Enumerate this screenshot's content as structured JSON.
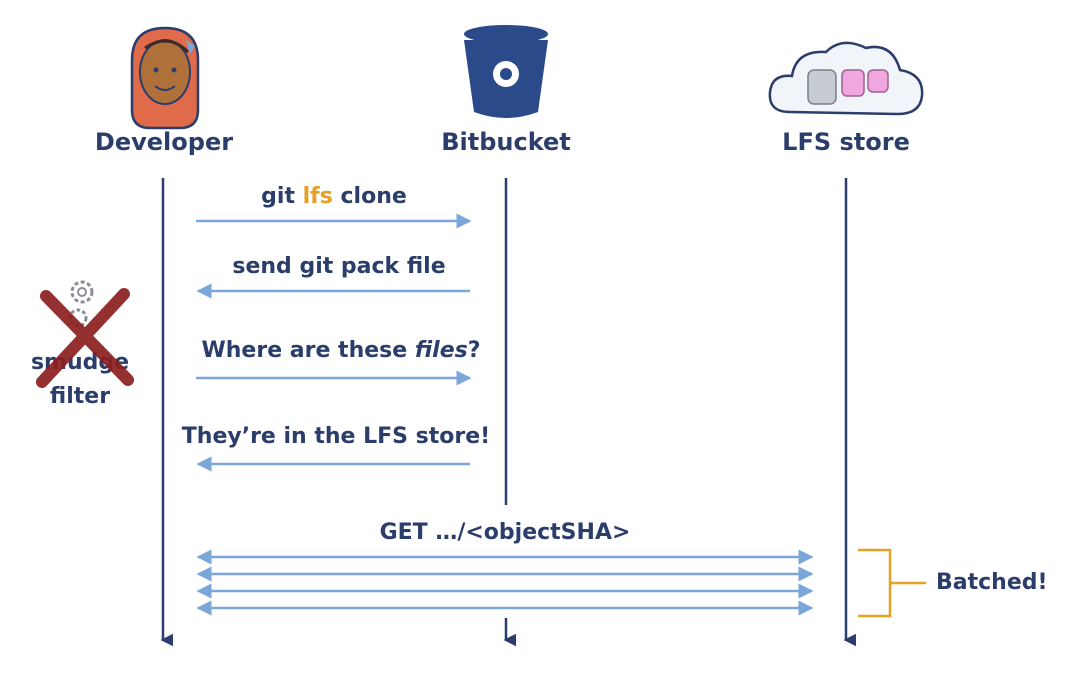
{
  "actors": [
    {
      "name": "Developer"
    },
    {
      "name": "Bitbucket"
    },
    {
      "name": "LFS store"
    }
  ],
  "messages": {
    "clone_prefix": "git ",
    "clone_lfs": "lfs",
    "clone_suffix": " clone",
    "pack": "send git pack file",
    "where_prefix": "Where are these ",
    "where_files": "files",
    "where_suffix": "?",
    "reply": "They’re in the LFS store!",
    "get": "GET …/<objectSHA>"
  },
  "smudge": {
    "line1": "smudge",
    "line2": "filter"
  },
  "batched": "Batched!",
  "colors": {
    "navy": "#2b3d6b",
    "arrow": "#7aa6da",
    "orange": "#e6a023",
    "cross": "#8b1e1e"
  }
}
